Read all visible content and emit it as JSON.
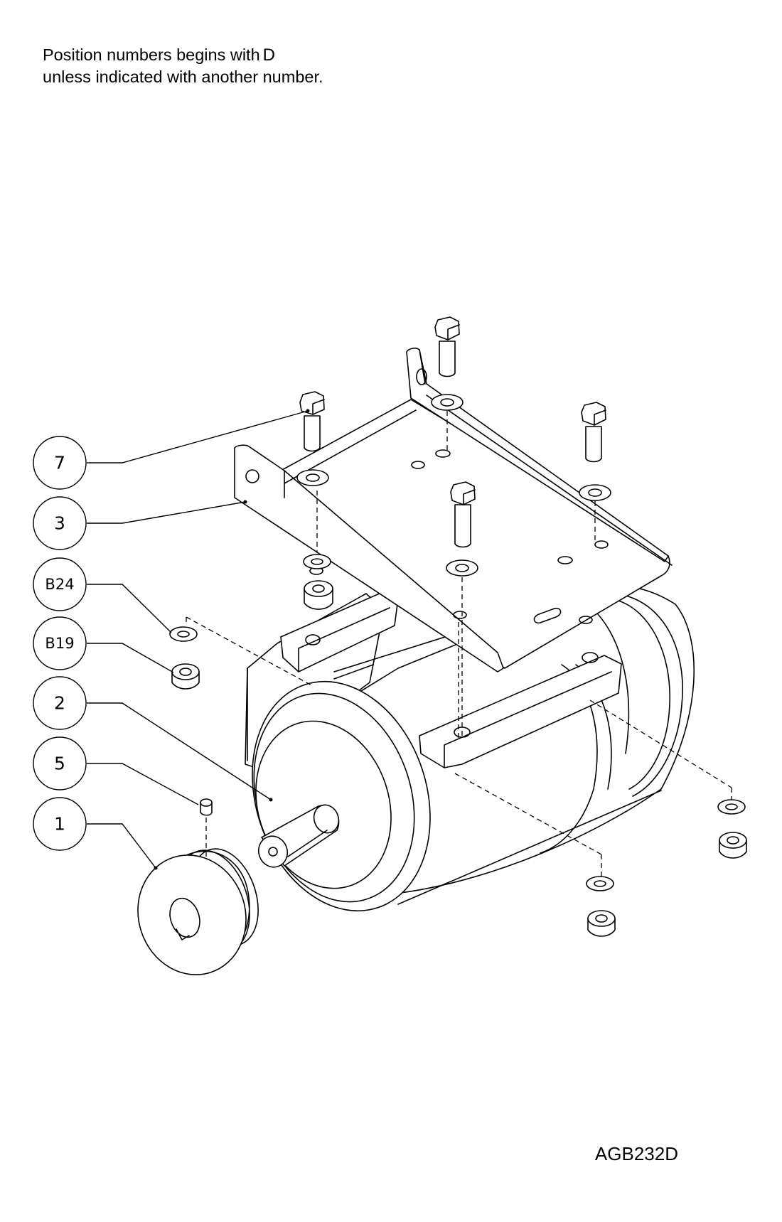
{
  "note": {
    "line1": "Position numbers begins with",
    "letter": "D",
    "line2": "unless indicated with another number."
  },
  "drawing_code": "AGB232D",
  "callouts": [
    {
      "label": "7",
      "part": "bolt"
    },
    {
      "label": "3",
      "part": "mounting-bracket"
    },
    {
      "label": "B24",
      "part": "washer"
    },
    {
      "label": "B19",
      "part": "nut"
    },
    {
      "label": "2",
      "part": "motor"
    },
    {
      "label": "5",
      "part": "set-screw"
    },
    {
      "label": "1",
      "part": "pulley"
    }
  ]
}
